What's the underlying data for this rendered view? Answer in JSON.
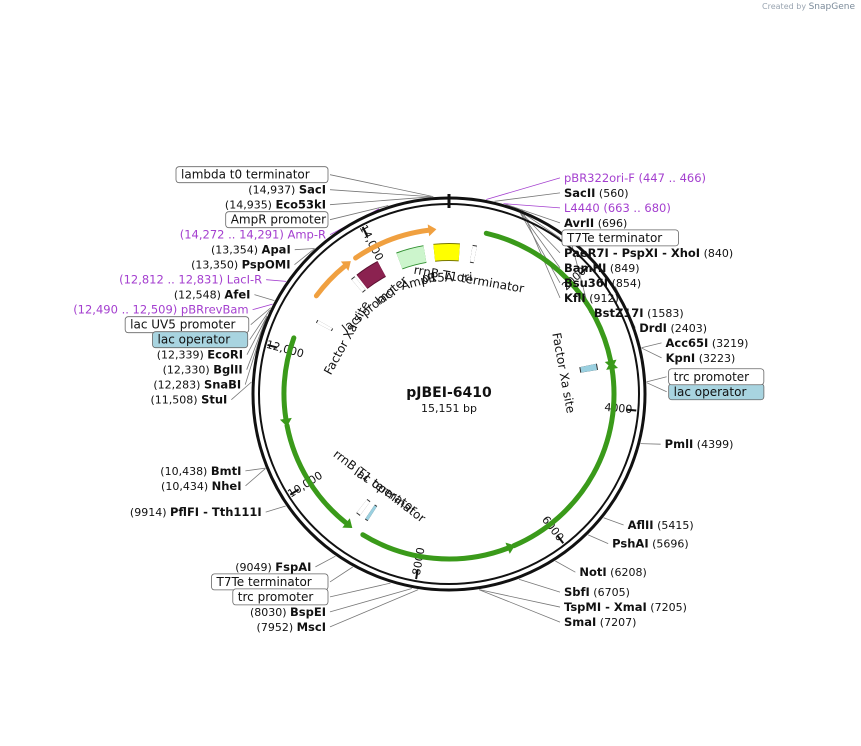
{
  "credit": {
    "prefix": "Created by",
    "brand": "SnapGene"
  },
  "plasmid": {
    "name": "pJBEI-6410",
    "length_label": "15,151 bp",
    "length": 15151
  },
  "ticks": [
    {
      "label": "2000",
      "bp": 2000
    },
    {
      "label": "4000",
      "bp": 4000
    },
    {
      "label": "6000",
      "bp": 6000
    },
    {
      "label": "8000",
      "bp": 8000
    },
    {
      "label": "10,000",
      "bp": 10000
    },
    {
      "label": "12,000",
      "bp": 12000
    },
    {
      "label": "14,000",
      "bp": 14000
    }
  ],
  "sites": [
    {
      "name": "SacI",
      "pos": "(14,937)",
      "bp": 14937,
      "side": "L"
    },
    {
      "name": "Eco53kI",
      "pos": "(14,935)",
      "bp": 14935,
      "side": "L"
    },
    {
      "name": "SacII",
      "pos": "(560)",
      "bp": 560,
      "side": "R"
    },
    {
      "name": "AvrII",
      "pos": "(696)",
      "bp": 696,
      "side": "R"
    },
    {
      "name": "PaeR7I",
      "extra": "PspXI",
      "extra2": "XhoI",
      "pos": "(840)",
      "bp": 840,
      "side": "R"
    },
    {
      "name": "BamHI",
      "pos": "(849)",
      "bp": 849,
      "side": "R"
    },
    {
      "name": "Bsu36I",
      "pos": "(854)",
      "bp": 854,
      "side": "R"
    },
    {
      "name": "KflI",
      "pos": "(912)",
      "bp": 912,
      "side": "R"
    },
    {
      "name": "BstZ17I",
      "pos": "(1583)",
      "bp": 1583,
      "side": "R"
    },
    {
      "name": "DrdI",
      "pos": "(2403)",
      "bp": 2403,
      "side": "R"
    },
    {
      "name": "Acc65I",
      "pos": "(3219)",
      "bp": 3219,
      "side": "R"
    },
    {
      "name": "KpnI",
      "pos": "(3223)",
      "bp": 3223,
      "side": "R"
    },
    {
      "name": "PmlI",
      "pos": "(4399)",
      "bp": 4399,
      "side": "R"
    },
    {
      "name": "AflII",
      "pos": "(5415)",
      "bp": 5415,
      "side": "R"
    },
    {
      "name": "PshAI",
      "pos": "(5696)",
      "bp": 5696,
      "side": "R"
    },
    {
      "name": "NotI",
      "pos": "(6208)",
      "bp": 6208,
      "side": "R"
    },
    {
      "name": "SbfI",
      "pos": "(6705)",
      "bp": 6705,
      "side": "R"
    },
    {
      "name": "TspMI",
      "extra": "XmaI",
      "pos": "(7205)",
      "bp": 7205,
      "side": "R"
    },
    {
      "name": "SmaI",
      "pos": "(7207)",
      "bp": 7207,
      "side": "R"
    },
    {
      "name": "MscI",
      "pos": "(7952)",
      "bp": 7952,
      "side": "L"
    },
    {
      "name": "BspEI",
      "pos": "(8030)",
      "bp": 8030,
      "side": "L"
    },
    {
      "name": "FspAI",
      "pos": "(9049)",
      "bp": 9049,
      "side": "L"
    },
    {
      "name": "PflFI",
      "extra": "Tth111I",
      "pos": "(9914)",
      "bp": 9914,
      "side": "L"
    },
    {
      "name": "NheI",
      "pos": "(10,434)",
      "bp": 10434,
      "side": "L"
    },
    {
      "name": "BmtI",
      "pos": "(10,438)",
      "bp": 10438,
      "side": "L"
    },
    {
      "name": "StuI",
      "pos": "(11,508)",
      "bp": 11508,
      "side": "L"
    },
    {
      "name": "SnaBI",
      "pos": "(12,283)",
      "bp": 12283,
      "side": "L"
    },
    {
      "name": "BglII",
      "pos": "(12,330)",
      "bp": 12330,
      "side": "L"
    },
    {
      "name": "EcoRI",
      "pos": "(12,339)",
      "bp": 12339,
      "side": "L"
    },
    {
      "name": "AfeI",
      "pos": "(12,548)",
      "bp": 12548,
      "side": "L"
    },
    {
      "name": "PspOMI",
      "pos": "(13,350)",
      "bp": 13350,
      "side": "L"
    },
    {
      "name": "ApaI",
      "pos": "(13,354)",
      "bp": 13354,
      "side": "L"
    }
  ],
  "primers": [
    {
      "name": "pBR322ori-F",
      "range": "(447 .. 466)",
      "bp": 456,
      "side": "R"
    },
    {
      "name": "L4440",
      "range": "(663 .. 680)",
      "bp": 672,
      "side": "R"
    },
    {
      "name": "Amp-R",
      "range": "(14,272 .. 14,291)",
      "bp": 14282,
      "side": "L"
    },
    {
      "name": "LacI-R",
      "range": "(12,812 .. 12,831)",
      "bp": 12822,
      "side": "L"
    },
    {
      "name": "pBRrevBam",
      "range": "(12,490 .. 12,509)",
      "bp": 12500,
      "side": "L"
    }
  ],
  "boxed_labels": [
    {
      "name": "lambda t0 terminator",
      "bp": 14960,
      "highlight": false
    },
    {
      "name": "AmpR promoter",
      "bp": 14400,
      "highlight": false
    },
    {
      "name": "lac UV5 promoter",
      "bp": 12450,
      "highlight": false
    },
    {
      "name": "lac operator",
      "bp": 12420,
      "highlight": true
    },
    {
      "name": "T7Te terminator",
      "bp": 800,
      "highlight": false
    },
    {
      "name": "lac operator",
      "bp": 3650,
      "highlight": true
    },
    {
      "name": "trc promoter",
      "bp": 3640,
      "highlight": false
    },
    {
      "name": "T7Te terminator",
      "bp": 8800,
      "highlight": false
    },
    {
      "name": "trc promoter",
      "bp": 8300,
      "highlight": false
    }
  ],
  "features": [
    {
      "name": "AmpR",
      "start": 14290,
      "end": 14740,
      "color": "#ccf5cc",
      "stroke": "#2f8f2f",
      "ring": 2
    },
    {
      "name": "p15A ori",
      "start": 14900,
      "end": 175,
      "color": "#ffff00",
      "stroke": "#777700",
      "ring": 2
    },
    {
      "name": "lacI",
      "start": 13560,
      "end": 13960,
      "color": "#8b2250",
      "stroke": "#5a1030",
      "ring": 2
    },
    {
      "name": "lacI promoter",
      "start": 13450,
      "end": 13520,
      "color": "#ffffff",
      "stroke": "#333333",
      "ring": 2
    },
    {
      "name": "rrnB T1 terminator",
      "start": 380,
      "end": 450,
      "color": "#ffffff",
      "stroke": "#333333",
      "ring": 2
    },
    {
      "name": "Factor Xa site",
      "start": 12550,
      "end": 12600,
      "color": "#ffffff",
      "stroke": "#333333",
      "ring": 2
    },
    {
      "name": "rrnB T1 terminator",
      "start": 9100,
      "end": 9170,
      "color": "#ffffff",
      "stroke": "#333333",
      "ring": 2
    },
    {
      "name": "lac operator",
      "start": 8950,
      "end": 9000,
      "color": "#9ad0e0",
      "stroke": "#333333",
      "ring": 2
    },
    {
      "name": "Factor Xa site",
      "start": 3300,
      "end": 3400,
      "color": "#9ad0e0",
      "stroke": "#333333",
      "ring": 2
    }
  ],
  "cds_arcs": [
    {
      "start": 13700,
      "end": 14850,
      "color": "#f0a040",
      "ring": 1,
      "dir": 1
    },
    {
      "start": 12900,
      "end": 13500,
      "color": "#f0a040",
      "ring": 1,
      "dir": 1
    },
    {
      "start": 550,
      "end": 3300,
      "color": "#3a9a1a",
      "ring": 1,
      "dir": 1
    },
    {
      "start": 3420,
      "end": 6600,
      "color": "#3a9a1a",
      "ring": 1,
      "dir": -1
    },
    {
      "start": 6700,
      "end": 8900,
      "color": "#3a9a1a",
      "ring": 1,
      "dir": -1
    },
    {
      "start": 9200,
      "end": 10900,
      "color": "#3a9a1a",
      "ring": 1,
      "dir": -1
    },
    {
      "start": 11000,
      "end": 12200,
      "color": "#3a9a1a",
      "ring": 1,
      "dir": -1
    }
  ]
}
